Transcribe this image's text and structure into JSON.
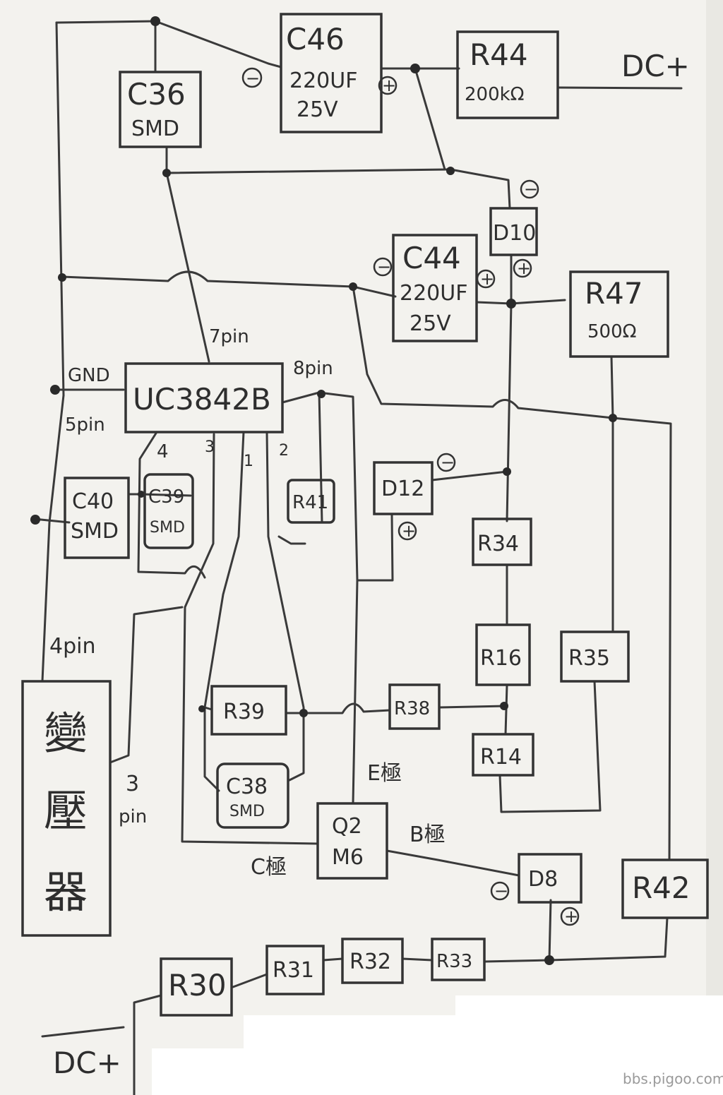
{
  "components": {
    "C46": {
      "name": "C46",
      "line1": "220UF",
      "line2": "25V"
    },
    "R44": {
      "name": "R44",
      "value": "200kΩ"
    },
    "C36": {
      "name": "C36",
      "type": "SMD"
    },
    "D10": {
      "name": "D10"
    },
    "C44": {
      "name": "C44",
      "line1": "220UF",
      "line2": "25V"
    },
    "R47": {
      "name": "R47",
      "value": "500Ω"
    },
    "UC3842B": {
      "name": "UC3842B"
    },
    "D12": {
      "name": "D12"
    },
    "R41": {
      "name": "R41"
    },
    "C40": {
      "name": "C40",
      "type": "SMD"
    },
    "C39": {
      "name": "C39",
      "type": "SMD"
    },
    "R34": {
      "name": "R34"
    },
    "R16": {
      "name": "R16"
    },
    "R35": {
      "name": "R35"
    },
    "R39": {
      "name": "R39"
    },
    "R38": {
      "name": "R38"
    },
    "R14": {
      "name": "R14"
    },
    "C38": {
      "name": "C38",
      "type": "SMD"
    },
    "Q2": {
      "name": "Q2",
      "type": "M6"
    },
    "D8": {
      "name": "D8"
    },
    "R42": {
      "name": "R42"
    },
    "R30": {
      "name": "R30"
    },
    "R31": {
      "name": "R31"
    },
    "R32": {
      "name": "R32"
    },
    "R33": {
      "name": "R33"
    },
    "transformer": {
      "line1": "變",
      "line2": "壓",
      "line3": "器"
    }
  },
  "labels": {
    "dc_plus_top": "DC+",
    "dc_plus_bottom": "DC+",
    "pin7": "7pin",
    "pin8": "8pin",
    "gnd": "GND",
    "pin5": "5pin",
    "pin4_num": "4",
    "pin3_num": "3",
    "pin1_num": "1",
    "pin2_num": "2",
    "pin4": "4pin",
    "pin3_num_tx": "3",
    "pin3_word": "pin",
    "e_pole": "E極",
    "b_pole": "B極",
    "c_pole": "C極",
    "plus": "+",
    "minus": "−"
  },
  "watermark": "bbs.pigoo.com"
}
